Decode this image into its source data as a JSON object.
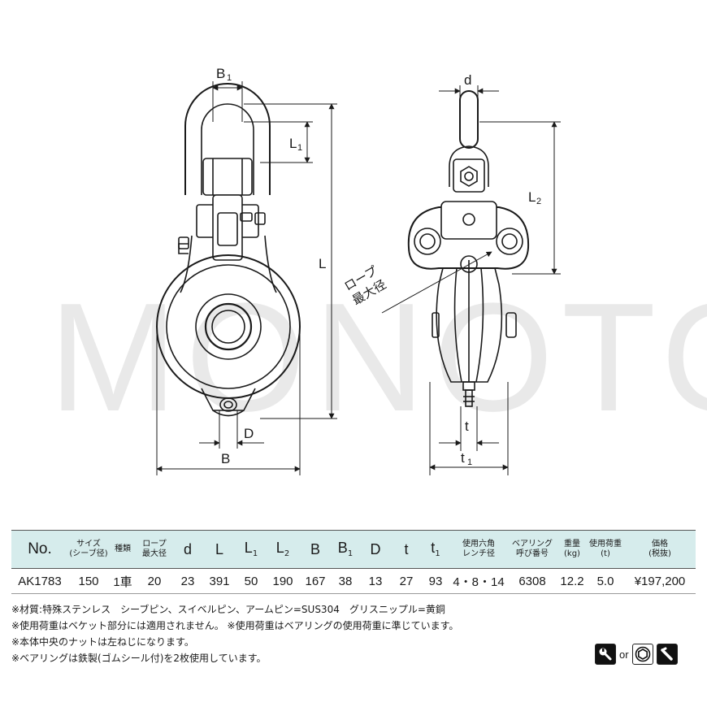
{
  "watermark": "MONOTOOL",
  "dimension_labels": {
    "B1": "B",
    "B1_sub": "1",
    "L1": "L",
    "L1_sub": "1",
    "L": "L",
    "D": "D",
    "B": "B",
    "d": "d",
    "L2": "L",
    "L2_sub": "2",
    "t": "t",
    "t1": "t",
    "t1_sub": "1",
    "rope_line1": "ロープ",
    "rope_line2": "最大径"
  },
  "table": {
    "headers": [
      {
        "main": "No."
      },
      {
        "line1": "サイズ",
        "line2": "(シーブ径)"
      },
      {
        "line1": "種類"
      },
      {
        "line1": "ロープ",
        "line2": "最大径"
      },
      {
        "main": "d"
      },
      {
        "main": "L"
      },
      {
        "main": "L",
        "sub": "1"
      },
      {
        "main": "L",
        "sub": "2"
      },
      {
        "main": "B"
      },
      {
        "main": "B",
        "sub": "1"
      },
      {
        "main": "D"
      },
      {
        "main": "t"
      },
      {
        "main": "t",
        "sub": "1"
      },
      {
        "line1": "使用六角",
        "line2": "レンチ径"
      },
      {
        "line1": "ベアリング",
        "line2": "呼び番号"
      },
      {
        "line1": "重量",
        "line2": "(kg)"
      },
      {
        "line1": "使用荷重",
        "line2": "(t)"
      },
      {
        "line1": "価格",
        "line2": "(税抜)"
      }
    ],
    "rows": [
      [
        "AK1783",
        "150",
        "1車",
        "20",
        "23",
        "391",
        "50",
        "190",
        "167",
        "38",
        "13",
        "27",
        "93",
        "4・8・14",
        "6308",
        "12.2",
        "5.0",
        "¥197,200"
      ]
    ]
  },
  "notes": [
    "※材質:特殊ステンレス　シーブピン、スイベルピン、アームピン=SUS304　グリスニップル=黄銅",
    "※使用荷重はベケット部分には適用されません。 ※使用荷重はベアリングの使用荷重に準じています。",
    "※本体中央のナットは左ねじになります。",
    "※ベアリングは鉄製(ゴムシール付)を2枚使用しています。"
  ],
  "tools": {
    "icons": [
      "wrench-icon",
      "hex-socket-icon",
      "hex-key-icon"
    ],
    "separator": "or"
  }
}
